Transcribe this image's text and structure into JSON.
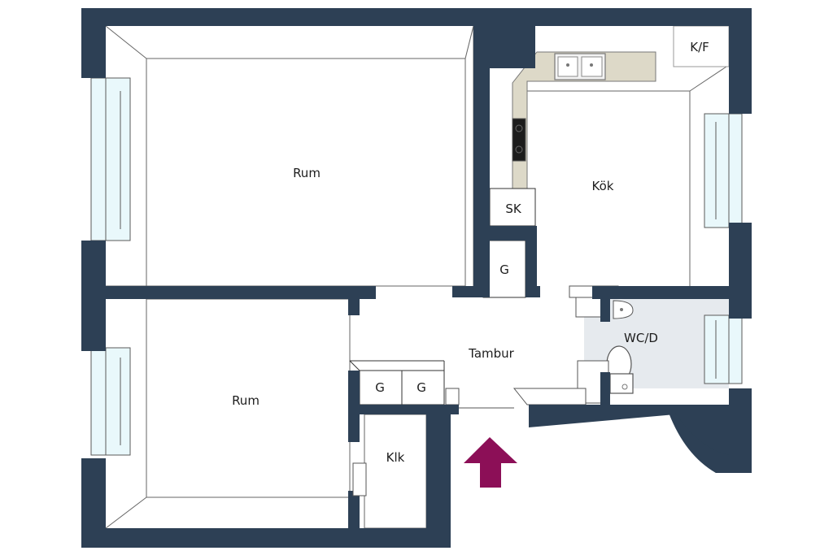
{
  "colors": {
    "wall": "#2d4055",
    "floor": "#ffffff",
    "bathroom_floor": "#e6eaee",
    "counter": "#ddd9c8",
    "window_glass": "#e9f8fb",
    "entry_arrow": "#8c0f57",
    "line": "#5a5a5a"
  },
  "rooms": {
    "living_top": "Rum",
    "living_bottom": "Rum",
    "kitchen": "Kök",
    "fridge_freezer": "K/F",
    "closet_sk": "SK",
    "wardrobe_center": "G",
    "wardrobe_left": "G",
    "wardrobe_right": "G",
    "hallway": "Tambur",
    "bathroom": "WC/D",
    "walk_in_closet": "Klk"
  },
  "icons": [
    "sink-icon",
    "stove-icon",
    "toilet-icon",
    "washbasin-icon",
    "entrance-arrow-icon"
  ]
}
